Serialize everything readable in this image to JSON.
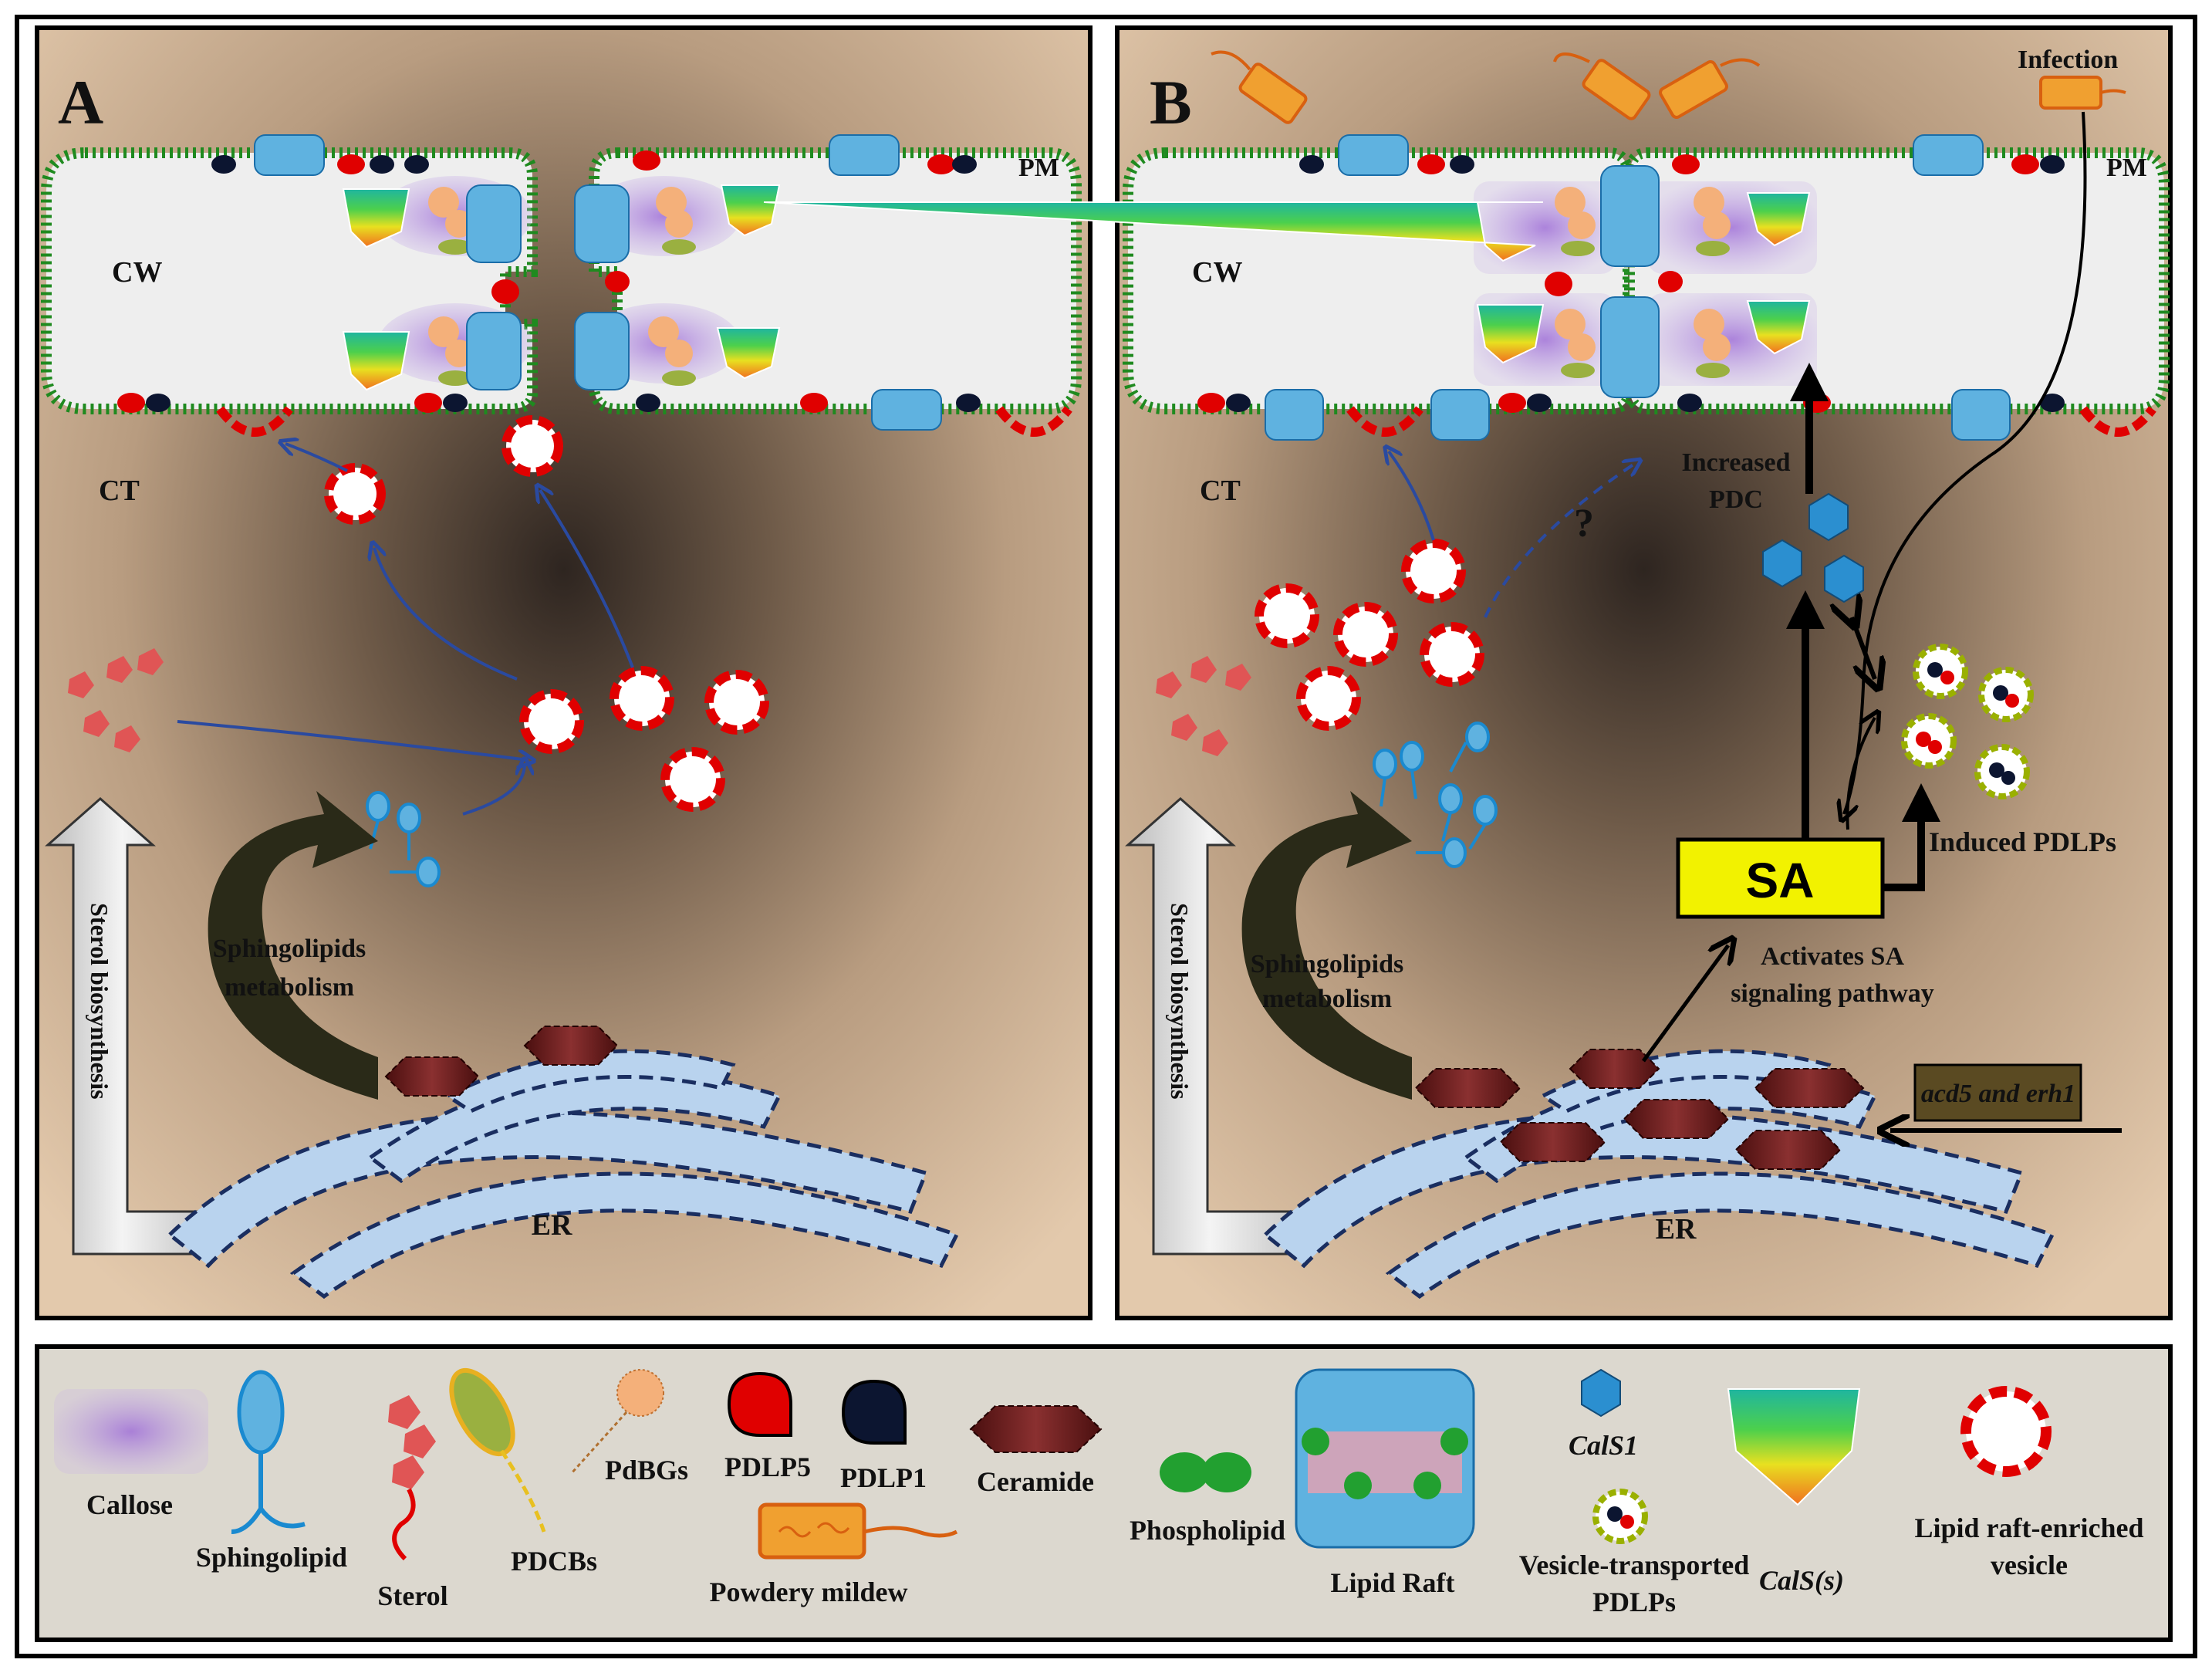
{
  "panel_a": {
    "letter": "A",
    "labels": {
      "cw": "CW",
      "pm": "PM",
      "ct": "CT",
      "er": "ER"
    },
    "sterol_label": "Sterol biosynthesis",
    "sphingo_label": [
      "Sphingolipids",
      "metabolism"
    ]
  },
  "panel_b": {
    "letter": "B",
    "labels": {
      "cw": "CW",
      "pm": "PM",
      "ct": "CT",
      "er": "ER"
    },
    "sterol_label": "Sterol biosynthesis",
    "sphingo_label": [
      "Sphingolipids",
      "metabolism"
    ],
    "infection": "Infection",
    "increased_pdc": [
      "Increased",
      "PDC"
    ],
    "question": "?",
    "sa": "SA",
    "induced_pdlps": "Induced PDLPs",
    "activates_sa": [
      "Activates SA",
      "signaling pathway"
    ],
    "mutants": "acd5 and erh1"
  },
  "legend": {
    "callose": "Callose",
    "sphingolipid": "Sphingolipid",
    "sterol": "Sterol",
    "pdcbs": "PDCBs",
    "pdbgs": "PdBGs",
    "pdlp5": "PDLP5",
    "pdlp1": "PDLP1",
    "ceramide": "Ceramide",
    "powdery_mildew": "Powdery mildew",
    "phospholipid": "Phospholipid",
    "lipid_raft": "Lipid Raft",
    "cals1": "CalS1",
    "vesicle_pdlps": [
      "Vesicle-transported",
      "PDLPs"
    ],
    "cals": "CalS(s)",
    "raft_vesicle": [
      "Lipid raft-enriched",
      "vesicle"
    ]
  },
  "colors": {
    "membrane": "#1f8a1f",
    "cell_wall": "#eeeeee",
    "cytoplasm": "#dcc0a3",
    "cytoplasm_dark": "#2e2520",
    "pdlp5": "#e00000",
    "pdlp1": "#0c1530",
    "raft": "#5fb2e0",
    "er": "#b9d3ee",
    "ceramide": "#5a1414",
    "sa_box": "#f2f200",
    "mutant_box": "#5a4a22",
    "cals1": "#2b8fd0",
    "mildew": "#f0a030"
  }
}
